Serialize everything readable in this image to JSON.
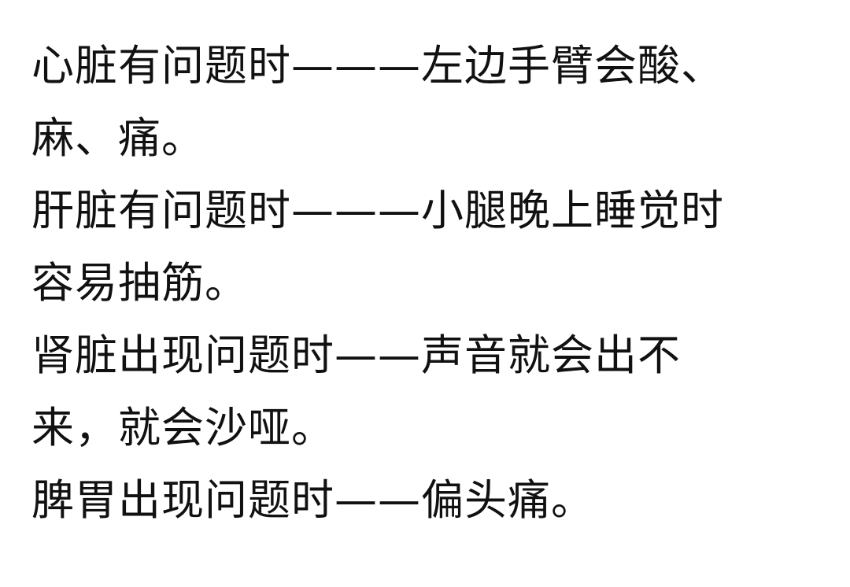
{
  "document": {
    "lines": [
      "心脏有问题时———左边手臂会酸、",
      "麻、痛。",
      "肝脏有问题时———小腿晚上睡觉时",
      "容易抽筋。",
      "肾脏出现问题时——声音就会出不",
      "来，就会沙哑。",
      "脾胃出现问题时——偏头痛。"
    ]
  }
}
